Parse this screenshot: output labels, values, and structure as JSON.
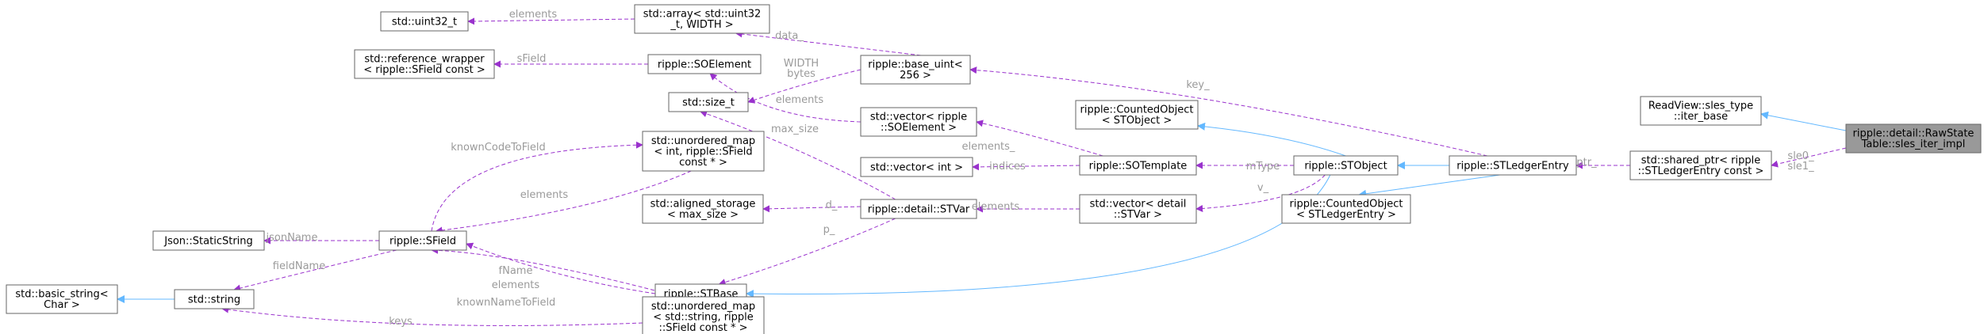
{
  "diagram": {
    "colors": {
      "usage": "#9a32cd",
      "inheritance": "#63b8ff",
      "node_border": "#666666",
      "highlight_fill": "#999999",
      "label_text": "#9a9a9a"
    },
    "nodes": [
      {
        "id": "uint32",
        "lines": [
          "std::uint32_t"
        ]
      },
      {
        "id": "array",
        "lines": [
          "std::array< std::uint32",
          "_t, WIDTH >"
        ]
      },
      {
        "id": "refwrap",
        "lines": [
          "std::reference_wrapper",
          "< ripple::SField const >"
        ]
      },
      {
        "id": "soelement",
        "lines": [
          "ripple::SOElement"
        ]
      },
      {
        "id": "baseuint",
        "lines": [
          "ripple::base_uint<",
          "256 >"
        ]
      },
      {
        "id": "sizet",
        "lines": [
          "std::size_t"
        ]
      },
      {
        "id": "vecsoe",
        "lines": [
          "std::vector< ripple",
          "::SOElement >"
        ]
      },
      {
        "id": "umap_int",
        "lines": [
          "std::unordered_map",
          "< int, ripple::SField",
          "const * >"
        ]
      },
      {
        "id": "vecint",
        "lines": [
          "std::vector< int >"
        ]
      },
      {
        "id": "sotemplate",
        "lines": [
          "ripple::SOTemplate"
        ]
      },
      {
        "id": "staticstring",
        "lines": [
          "Json::StaticString"
        ]
      },
      {
        "id": "sfield",
        "lines": [
          "ripple::SField"
        ]
      },
      {
        "id": "aligned",
        "lines": [
          "std::aligned_storage",
          "< max_size >"
        ]
      },
      {
        "id": "stvar",
        "lines": [
          "ripple::detail::STVar"
        ]
      },
      {
        "id": "vecstvar",
        "lines": [
          "std::vector< detail",
          "::STVar >"
        ]
      },
      {
        "id": "basicstr",
        "lines": [
          "std::basic_string<",
          "Char >"
        ]
      },
      {
        "id": "stdstring",
        "lines": [
          "std::string"
        ]
      },
      {
        "id": "stbase",
        "lines": [
          "ripple::STBase"
        ]
      },
      {
        "id": "umap_str",
        "lines": [
          "std::unordered_map",
          "< std::string, ripple",
          "::SField const * >"
        ]
      },
      {
        "id": "co_stobject",
        "lines": [
          "ripple::CountedObject",
          "< STObject >"
        ]
      },
      {
        "id": "stobject",
        "lines": [
          "ripple::STObject"
        ]
      },
      {
        "id": "co_stle",
        "lines": [
          "ripple::CountedObject",
          "< STLedgerEntry >"
        ]
      },
      {
        "id": "stle",
        "lines": [
          "ripple::STLedgerEntry"
        ]
      },
      {
        "id": "shptr",
        "lines": [
          "std::shared_ptr< ripple",
          "::STLedgerEntry const >"
        ]
      },
      {
        "id": "readview",
        "lines": [
          "ReadView::sles_type",
          "::iter_base"
        ]
      },
      {
        "id": "raw",
        "lines": [
          "ripple::detail::RawState",
          "Table::sles_iter_impl"
        ]
      }
    ],
    "edge_labels": {
      "elements_array": "elements",
      "data": "data_",
      "sfield": "sField",
      "width": "WIDTH",
      "bytes": "bytes",
      "elements_vecsoe": "elements",
      "max_size": "max_size",
      "known_code": "knownCodeToField",
      "elements_umap_int": "elements",
      "elements_sotemplate": "elements_",
      "indices": "indices",
      "mtype": "mType",
      "v": "v_",
      "key": "key_",
      "ptr": "ptr_",
      "sle0": "sle0_",
      "sle1": "sle1_",
      "d": "d_",
      "p": "p_",
      "elements_stvar": "elements",
      "jsonname": "jsonName",
      "fieldname": "fieldName",
      "fname": "fName",
      "elements_umap_str": "elements",
      "known_name": "knownNameToField",
      "keys": "keys"
    }
  }
}
